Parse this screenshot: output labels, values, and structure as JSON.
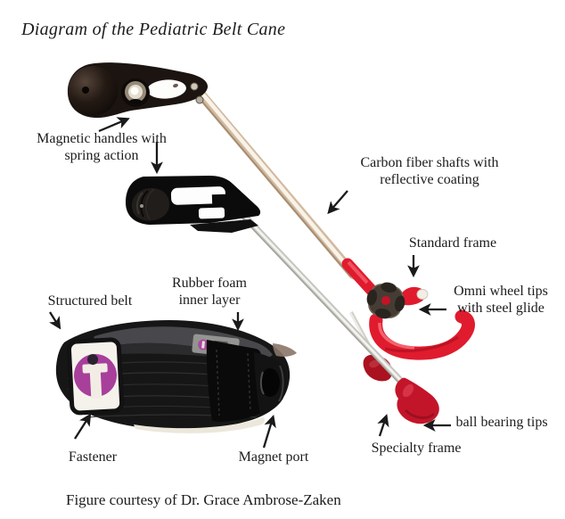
{
  "title": "Diagram of the Pediatric Belt Cane",
  "caption": "Figure courtesy of Dr. Grace Ambrose-Zaken",
  "labels": {
    "magnetic_handles": {
      "line1": "Magnetic handles with",
      "line2": "spring action"
    },
    "carbon_fiber": {
      "line1": "Carbon fiber shafts with",
      "line2": "reflective coating"
    },
    "standard_frame": "Standard frame",
    "omni_wheel": {
      "line1": "Omni wheel tips",
      "line2": "with steel glide"
    },
    "structured_belt": "Structured belt",
    "rubber_foam": {
      "line1": "Rubber foam",
      "line2": "inner layer"
    },
    "fastener": "Fastener",
    "magnet_port": "Magnet port",
    "specialty_frame": "Specialty frame",
    "ball_bearing_tips": "ball bearing tips"
  },
  "colors": {
    "background": "#ffffff",
    "text": "#1c1c1c",
    "arrow": "#1a1a1a",
    "cane_red": "#e01b2e",
    "cane_dark_red": "#a81220",
    "logo_magenta": "#a83f9b",
    "handle_black": "#0b0b0b",
    "shaft_tan": "#d2b99f",
    "shaft_gray": "#c6c5c0",
    "belt_black": "#161616",
    "foam_gray": "#48484c"
  }
}
